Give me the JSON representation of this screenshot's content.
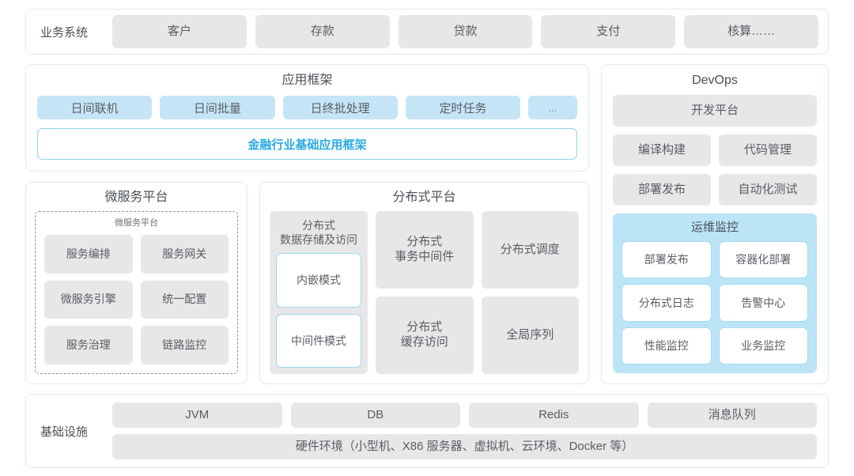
{
  "business_systems": {
    "label": "业务系统",
    "items": [
      "客户",
      "存款",
      "贷款",
      "支付",
      "核算……"
    ]
  },
  "app_framework": {
    "title": "应用框架",
    "tags": [
      "日间联机",
      "日间批量",
      "日终批处理",
      "定时任务",
      "..."
    ],
    "framework_bar": "金融行业基础应用框架"
  },
  "microservice_platform": {
    "title": "微服务平台",
    "inner_label": "微服务平台",
    "items": [
      "服务编排",
      "服务网关",
      "微服务引擎",
      "统一配置",
      "服务治理",
      "链路监控"
    ]
  },
  "distributed_platform": {
    "title": "分布式平台",
    "storage": {
      "caption": "分布式\n数据存储及访问",
      "caption_line1": "分布式",
      "caption_line2": "数据存储及访问",
      "modes": [
        "内嵌模式",
        "中间件模式"
      ]
    },
    "cells": [
      {
        "line1": "分布式",
        "line2": "事务中间件"
      },
      {
        "line1": "分布式调度",
        "line2": ""
      },
      {
        "line1": "分布式",
        "line2": "缓存访问"
      },
      {
        "line1": "全局序列",
        "line2": ""
      }
    ]
  },
  "devops": {
    "title": "DevOps",
    "platform": "开发平台",
    "items": [
      "编译构建",
      "代码管理",
      "部署发布",
      "自动化测试"
    ],
    "ops_monitor": {
      "title": "运维监控",
      "items": [
        "部署发布",
        "容器化部署",
        "分布式日志",
        "告警中心",
        "性能监控",
        "业务监控"
      ]
    }
  },
  "infrastructure": {
    "label": "基础设施",
    "items": [
      "JVM",
      "DB",
      "Redis",
      "消息队列"
    ],
    "hardware": "硬件环境（小型机、X86 服务器、虚拟机、云环境、Docker 等）"
  },
  "colors": {
    "panel_border": "#dcecf3",
    "tile_gray": "#e7e7e8",
    "tag_blue": "#c5e5f6",
    "ops_blue": "#bce4f7",
    "accent_cyan": "#2aabe2",
    "text_gray": "#585d63"
  }
}
